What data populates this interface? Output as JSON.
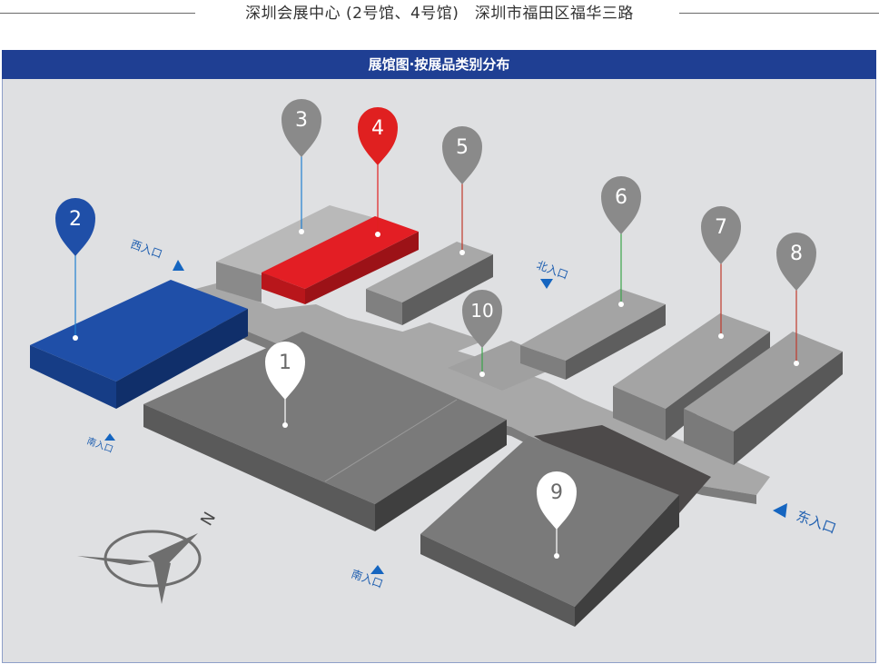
{
  "header": {
    "title": "深圳会展中心 (2号馆、4号馆)　深圳市福田区福华三路"
  },
  "banner": {
    "title": "展馆图·按展品类别分布"
  },
  "halls": [
    {
      "id": "1",
      "label": "1",
      "highlight": false
    },
    {
      "id": "2",
      "label": "2",
      "highlight": true,
      "color": "#1f4fa8"
    },
    {
      "id": "3",
      "label": "3",
      "highlight": false
    },
    {
      "id": "4",
      "label": "4",
      "highlight": true,
      "color": "#e02020"
    },
    {
      "id": "5",
      "label": "5",
      "highlight": false
    },
    {
      "id": "6",
      "label": "6",
      "highlight": false
    },
    {
      "id": "7",
      "label": "7",
      "highlight": false
    },
    {
      "id": "8",
      "label": "8",
      "highlight": false
    },
    {
      "id": "9",
      "label": "9",
      "highlight": false
    },
    {
      "id": "10",
      "label": "10",
      "highlight": false
    }
  ],
  "entrances": {
    "west": "西入口",
    "north": "北入口",
    "east": "东入口",
    "south_left": "南入口",
    "south_bottom": "南入口"
  },
  "compass": {
    "label": "N"
  },
  "colors": {
    "blue": "#1f3f93",
    "red": "#e02020",
    "gray_pin": "#8a8a8a",
    "entrance_blue": "#1565c0"
  }
}
